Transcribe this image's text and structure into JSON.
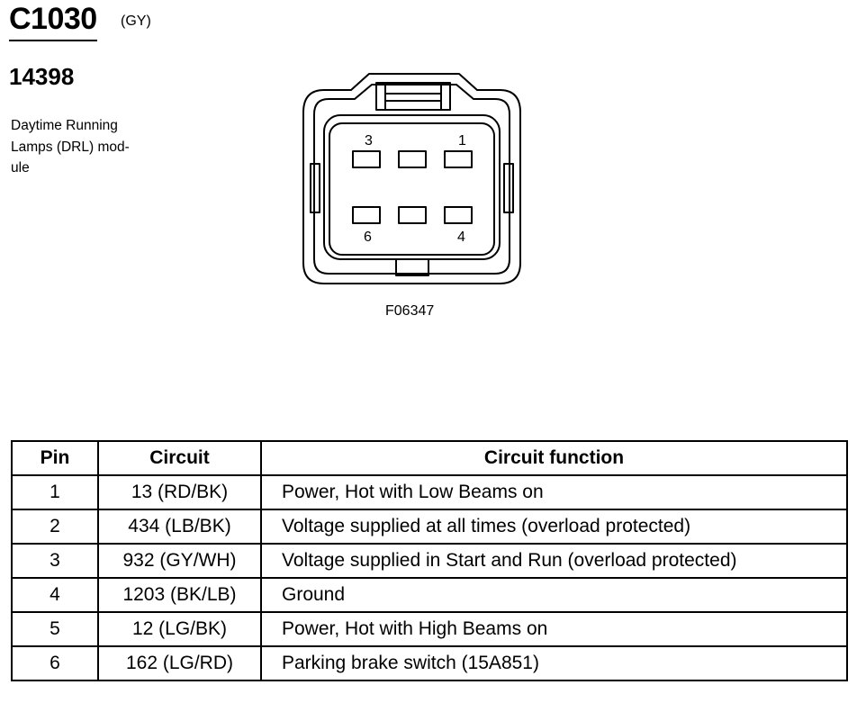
{
  "connector": {
    "id": "C1030",
    "color_code": "(GY)",
    "part_number": "14398",
    "description_lines": [
      "Daytime Running",
      "Lamps (DRL) mod-",
      "ule"
    ],
    "figure_code": "F06347",
    "pin_labels": {
      "p3": "3",
      "p1": "1",
      "p6": "6",
      "p4": "4"
    }
  },
  "table": {
    "headers": {
      "pin": "Pin",
      "circuit": "Circuit",
      "function": "Circuit function"
    },
    "rows": [
      {
        "pin": "1",
        "circuit": "13 (RD/BK)",
        "function": "Power, Hot with Low Beams on"
      },
      {
        "pin": "2",
        "circuit": "434 (LB/BK)",
        "function": "Voltage supplied at all times (overload protected)"
      },
      {
        "pin": "3",
        "circuit": "932 (GY/WH)",
        "function": "Voltage supplied in Start and Run (overload protected)"
      },
      {
        "pin": "4",
        "circuit": "1203 (BK/LB)",
        "function": "Ground"
      },
      {
        "pin": "5",
        "circuit": "12 (LG/BK)",
        "function": "Power, Hot with High Beams on"
      },
      {
        "pin": "6",
        "circuit": "162 (LG/RD)",
        "function": "Parking brake switch (15A851)"
      }
    ]
  }
}
